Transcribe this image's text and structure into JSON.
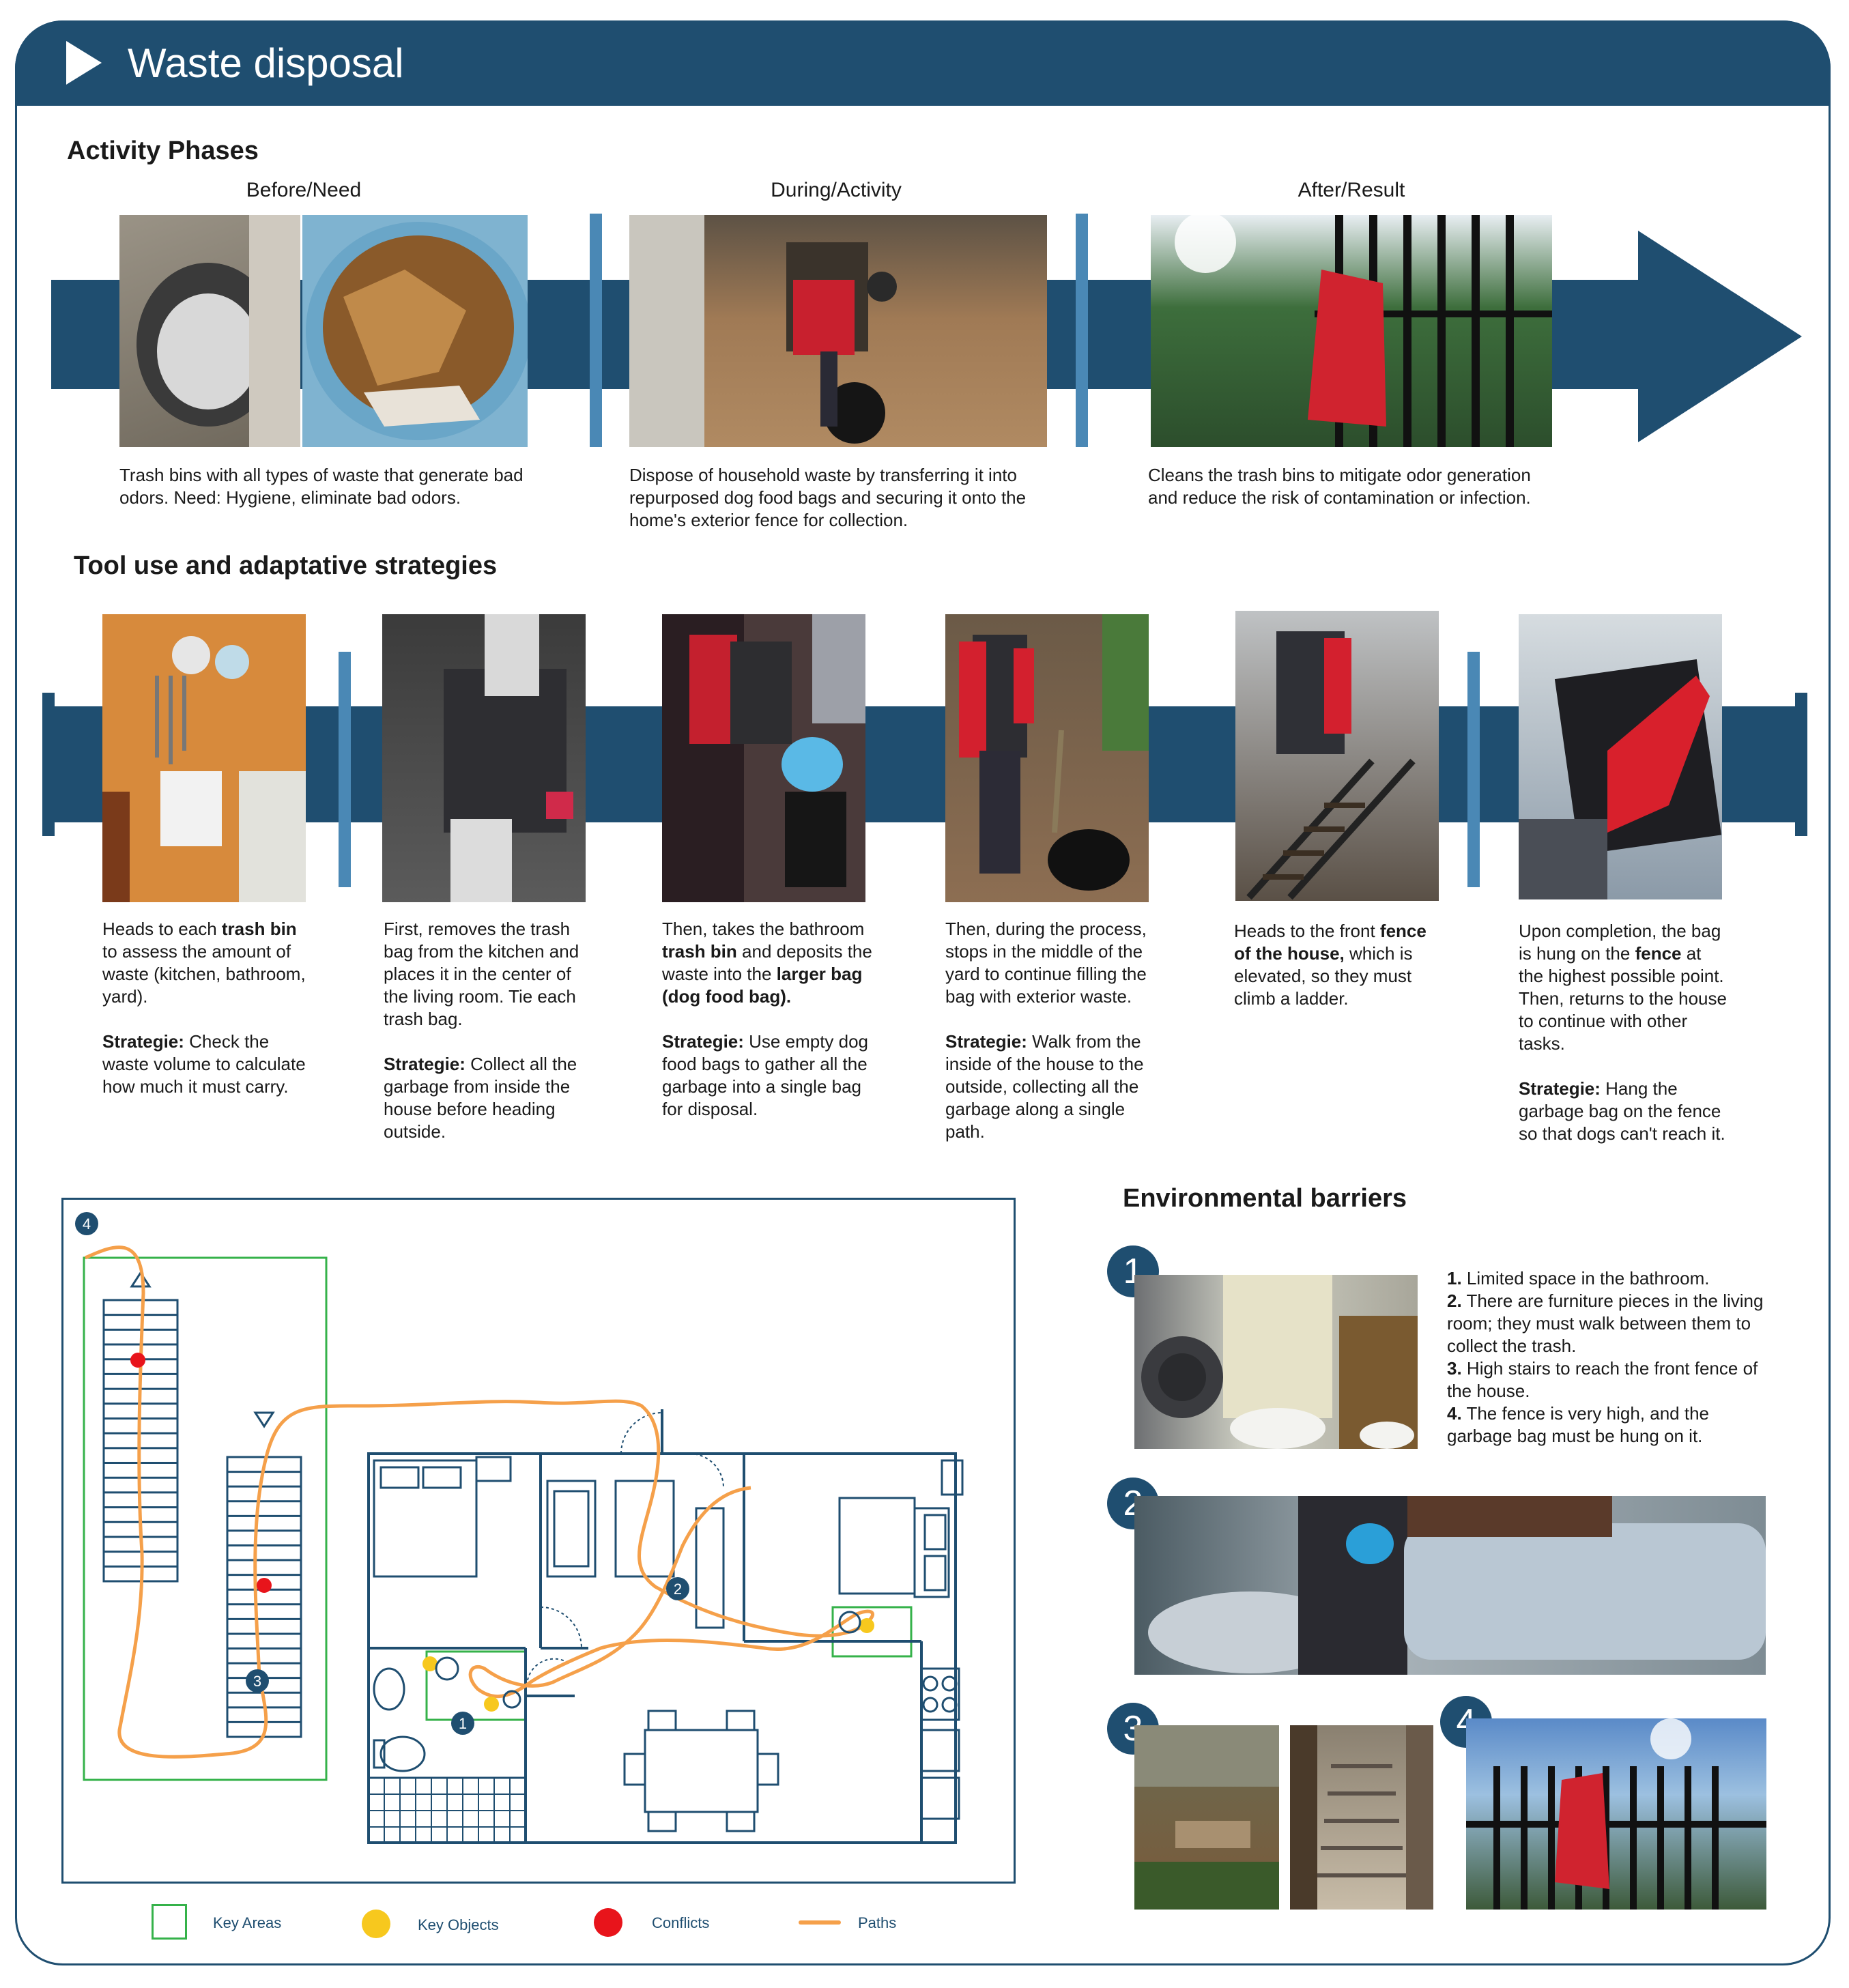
{
  "header": {
    "title": "Waste disposal"
  },
  "activity_phases": {
    "heading": "Activity Phases",
    "phases": [
      {
        "label": "Before/Need",
        "desc": "Trash bins with all types of waste that generate bad odors. Need: Hygiene, eliminate bad odors."
      },
      {
        "label": "During/Activity",
        "desc": "Dispose of household waste by transferring it into repurposed dog food bags and securing it onto the home's exterior fence for collection."
      },
      {
        "label": "After/Result",
        "desc": "Cleans the trash bins to mitigate odor generation and reduce the risk of contamination or infection."
      }
    ]
  },
  "tools": {
    "heading": "Tool use and adaptative strategies",
    "steps": [
      {
        "text": "Heads to each trash bin to assess the amount of waste (kitchen, bathroom, yard).",
        "strategy": "Check the waste volume to calculate how much it must carry."
      },
      {
        "text": "First, removes the trash bag from the kitchen and places it in the center of the living room. Tie each trash bag.",
        "strategy": "Collect all the garbage from inside the house before heading outside."
      },
      {
        "text": "Then, takes the bathroom trash bin and deposits the waste into the larger bag (dog food bag).",
        "strategy": "Use empty dog food bags to gather all the garbage into a single bag for disposal."
      },
      {
        "text": "Then, during the process, stops in the middle of the yard to continue filling the bag with exterior waste.",
        "strategy": "Walk from the inside of the house to the outside, collecting all the garbage along a single path."
      },
      {
        "text": "Heads to the front fence of the house, which is elevated, so they must climb a ladder.",
        "strategy": ""
      },
      {
        "text": "Upon completion, the bag is hung on the fence at the highest possible point. Then, returns to the house to continue with other tasks.",
        "strategy": "Hang the garbage bag on the fence so that dogs can't reach it."
      }
    ],
    "strategy_label": "Strategie:"
  },
  "barriers": {
    "heading": "Environmental barriers",
    "items": [
      {
        "num": "1.",
        "text": "Limited space in the bathroom."
      },
      {
        "num": "2.",
        "text": "There are furniture pieces in the living room; they must walk between them to collect the trash."
      },
      {
        "num": "3.",
        "text": "High stairs to reach the front fence of the house."
      },
      {
        "num": "4.",
        "text": "The fence is very high, and the garbage bag must be hung on it."
      }
    ],
    "photo_numbers": [
      "1",
      "2",
      "3",
      "4"
    ]
  },
  "map": {
    "markers": [
      "1",
      "2",
      "3",
      "4"
    ]
  },
  "legend": {
    "key_areas": "Key Areas",
    "key_objects": "Key Objects",
    "conflicts": "Conflicts",
    "paths": "Paths"
  },
  "colors": {
    "navy": "#1f4e70",
    "separator": "#4a88b5",
    "path": "#f5a04a",
    "key_area": "#35b24a",
    "key_object": "#f7c81e",
    "conflict": "#e8141b"
  }
}
